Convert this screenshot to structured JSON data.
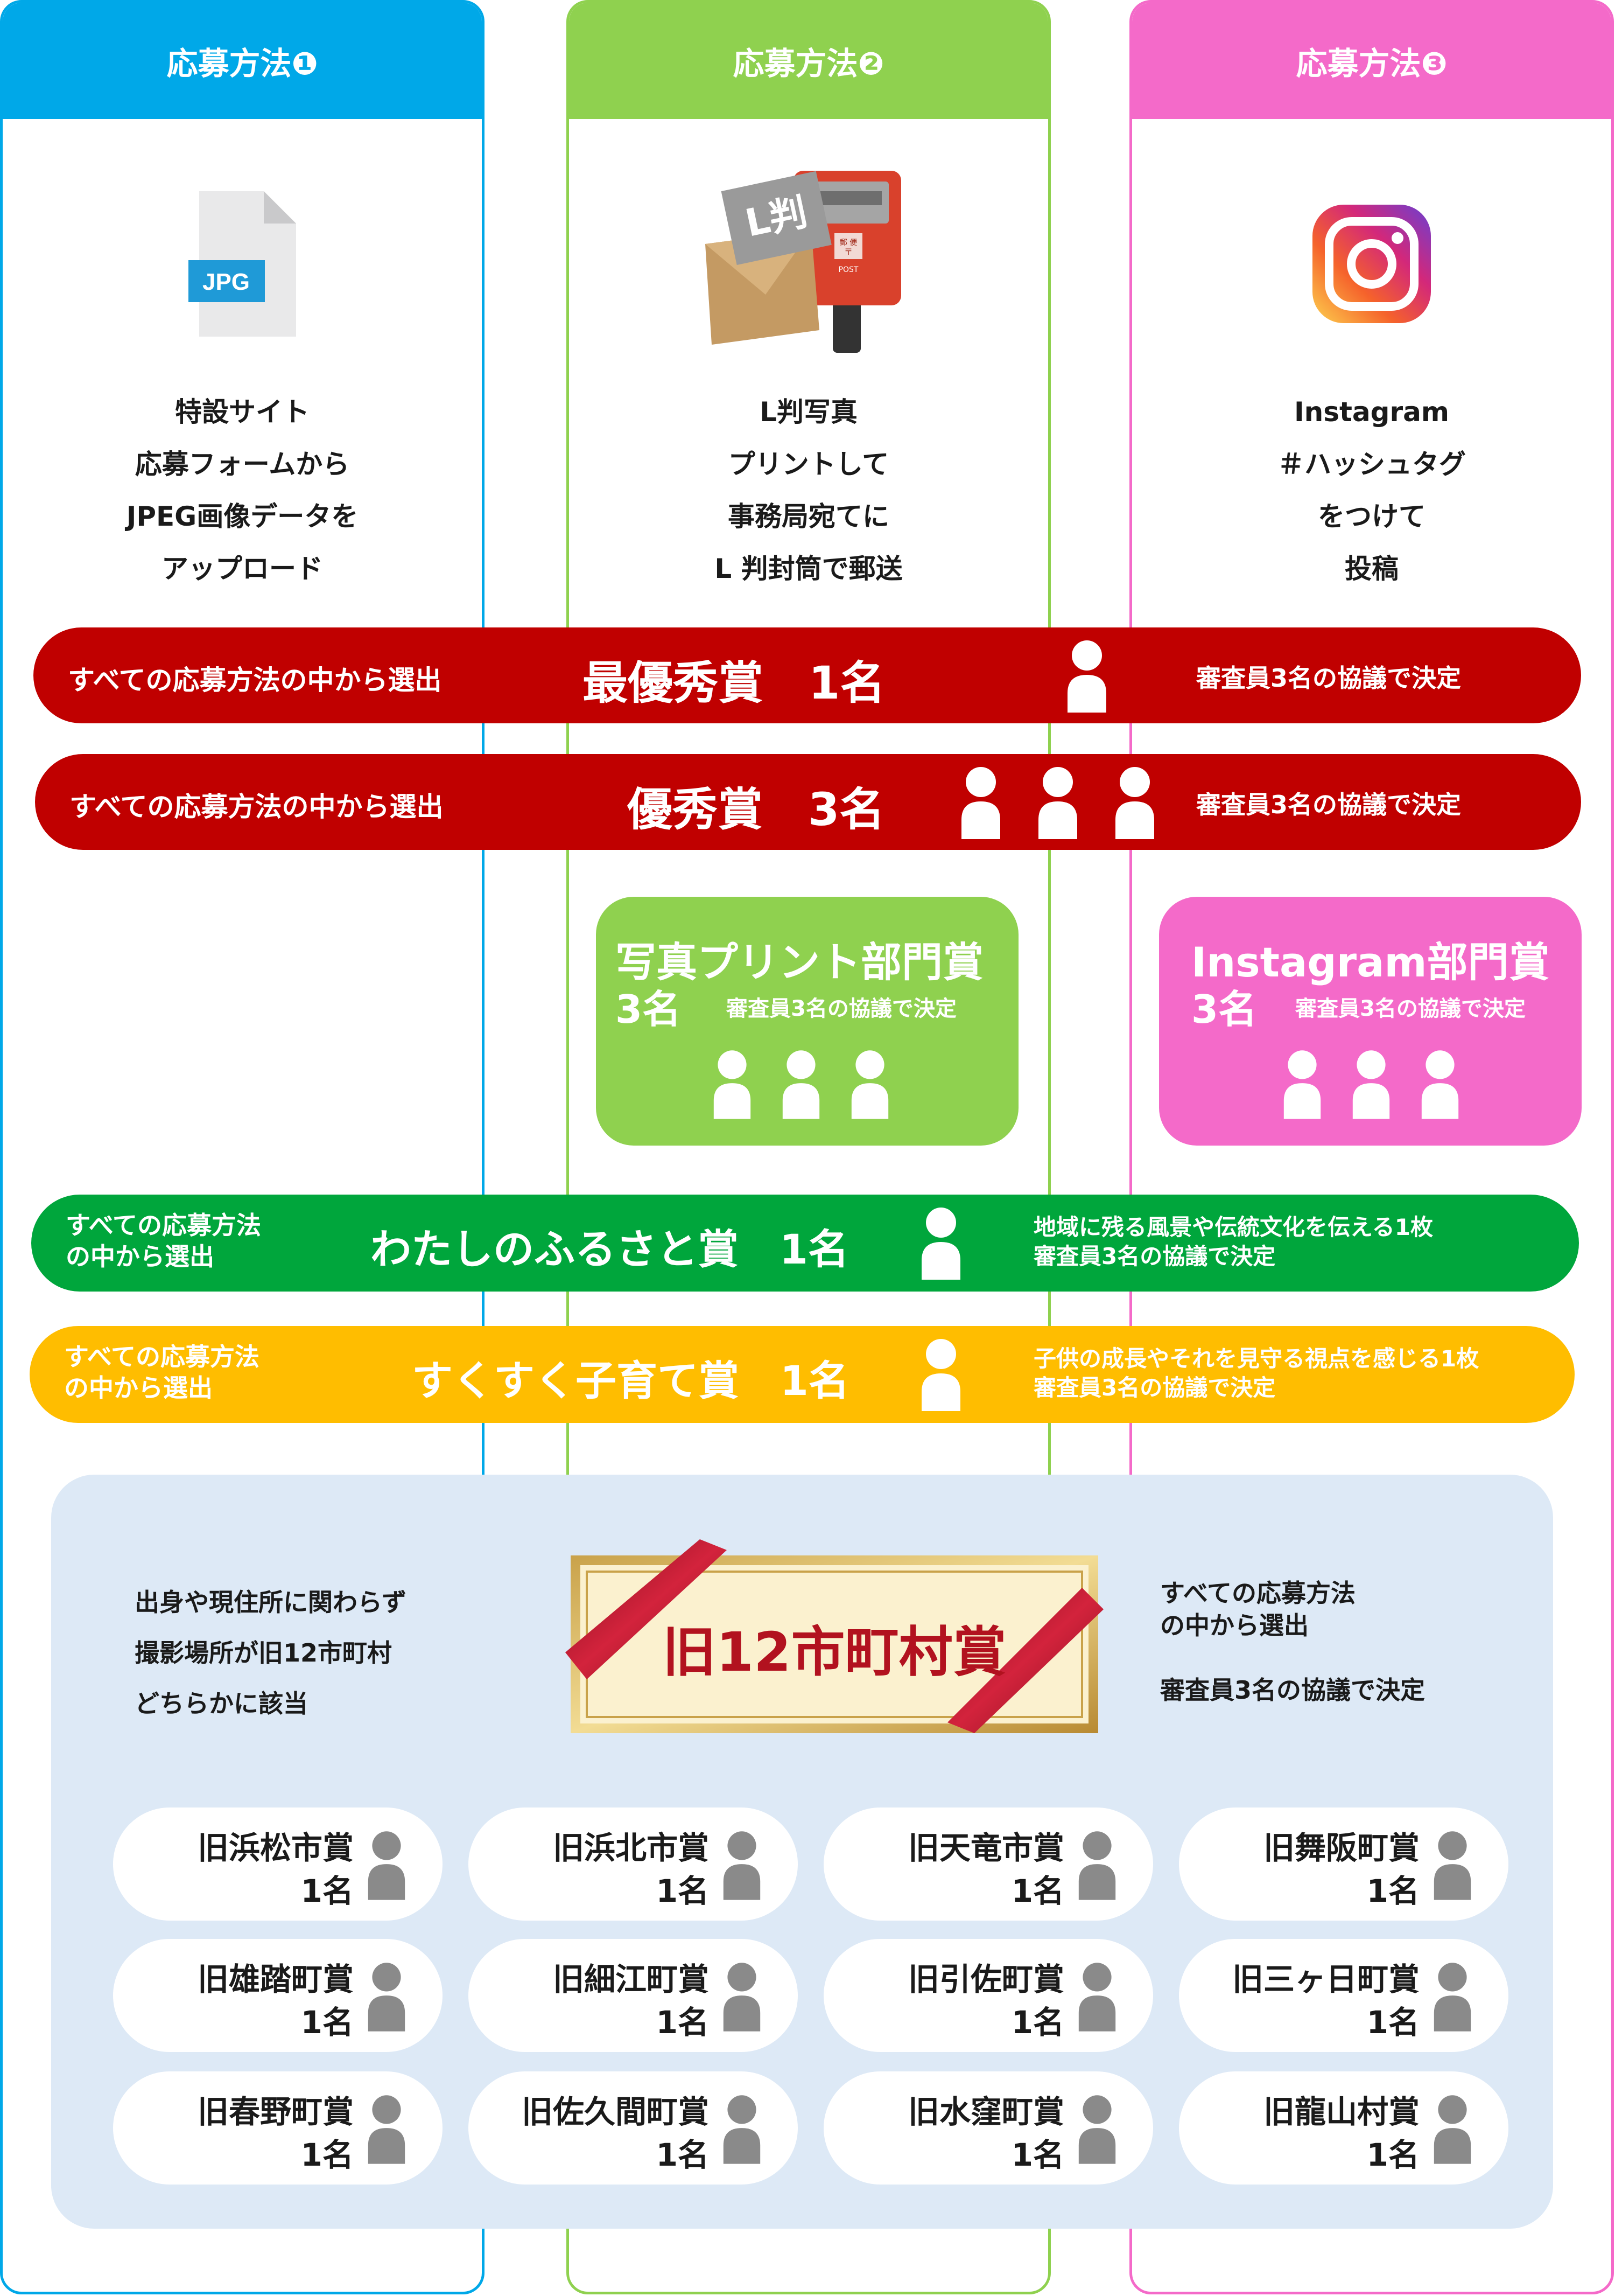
{
  "columns": [
    {
      "title": "応募方法❶",
      "lines": [
        "特設サイト",
        "応募フォームから",
        "JPEG画像データを",
        "アップロード"
      ],
      "icon": "jpg-file-icon",
      "icon_label": "JPG"
    },
    {
      "title": "応募方法❷",
      "lines": [
        "L判写真",
        "プリントして",
        "事務局宛てに",
        "L 判封筒で郵送"
      ],
      "icon": "mailbox-envelope-icon",
      "icon_label": "L判",
      "post_label_1": "郵 便",
      "post_label_2": "〒",
      "post_label_3": "POST"
    },
    {
      "title": "応募方法❸",
      "lines": [
        "Instagram",
        "＃ハッシュタグ",
        "をつけて",
        "投稿"
      ],
      "icon": "instagram-icon"
    }
  ],
  "grand_prize": {
    "left": "すべての応募方法の中から選出",
    "title": "最優秀賞　1名",
    "right": "審査員3名の協議で決定",
    "count": 1
  },
  "excellence": {
    "left": "すべての応募方法の中から選出",
    "title": "優秀賞　3名",
    "right": "審査員3名の協議で決定",
    "count": 3
  },
  "photo_print_award": {
    "title": "写真プリント部門賞",
    "count_label": "3名",
    "note": "審査員3名の協議で決定",
    "count": 3
  },
  "instagram_award": {
    "title": "Instagram部門賞",
    "count_label": "3名",
    "note": "審査員3名の協議で決定",
    "count": 3
  },
  "furusato": {
    "left_1": "すべての応募方法",
    "left_2": "の中から選出",
    "title": "わたしのふるさと賞　1名",
    "right_1": "地域に残る風景や伝統文化を伝える1枚",
    "right_2": "審査員3名の協議で決定"
  },
  "sukusuku": {
    "left_1": "すべての応募方法",
    "left_2": "の中から選出",
    "title": "すくすく子育て賞　1名",
    "right_1": "子供の成長やそれを見守る視点を感じる1枚",
    "right_2": "審査員3名の協議で決定"
  },
  "region": {
    "left_lines": [
      "出身や現住所に関わらず",
      "撮影場所が旧12市町村",
      "どちらかに該当"
    ],
    "plaque": "旧12市町村賞",
    "right_1": "すべての応募方法",
    "right_2": "の中から選出",
    "right_3": "審査員3名の協議で決定",
    "awards": [
      {
        "name": "旧浜松市賞",
        "count": "1名"
      },
      {
        "name": "旧浜北市賞",
        "count": "1名"
      },
      {
        "name": "旧天竜市賞",
        "count": "1名"
      },
      {
        "name": "旧舞阪町賞",
        "count": "1名"
      },
      {
        "name": "旧雄踏町賞",
        "count": "1名"
      },
      {
        "name": "旧細江町賞",
        "count": "1名"
      },
      {
        "name": "旧引佐町賞",
        "count": "1名"
      },
      {
        "name": "旧三ヶ日町賞",
        "count": "1名"
      },
      {
        "name": "旧春野町賞",
        "count": "1名"
      },
      {
        "name": "旧佐久間町賞",
        "count": "1名"
      },
      {
        "name": "旧水窪町賞",
        "count": "1名"
      },
      {
        "name": "旧龍山村賞",
        "count": "1名"
      }
    ]
  },
  "colors": {
    "blue": "#00a8e8",
    "green": "#8fd14f",
    "pink": "#f46ac9",
    "red": "#c00000",
    "dark_green": "#00a63c",
    "yellow": "#ffbd00",
    "region_bg": "#dde9f6",
    "person_gray": "#8a8a8a"
  }
}
